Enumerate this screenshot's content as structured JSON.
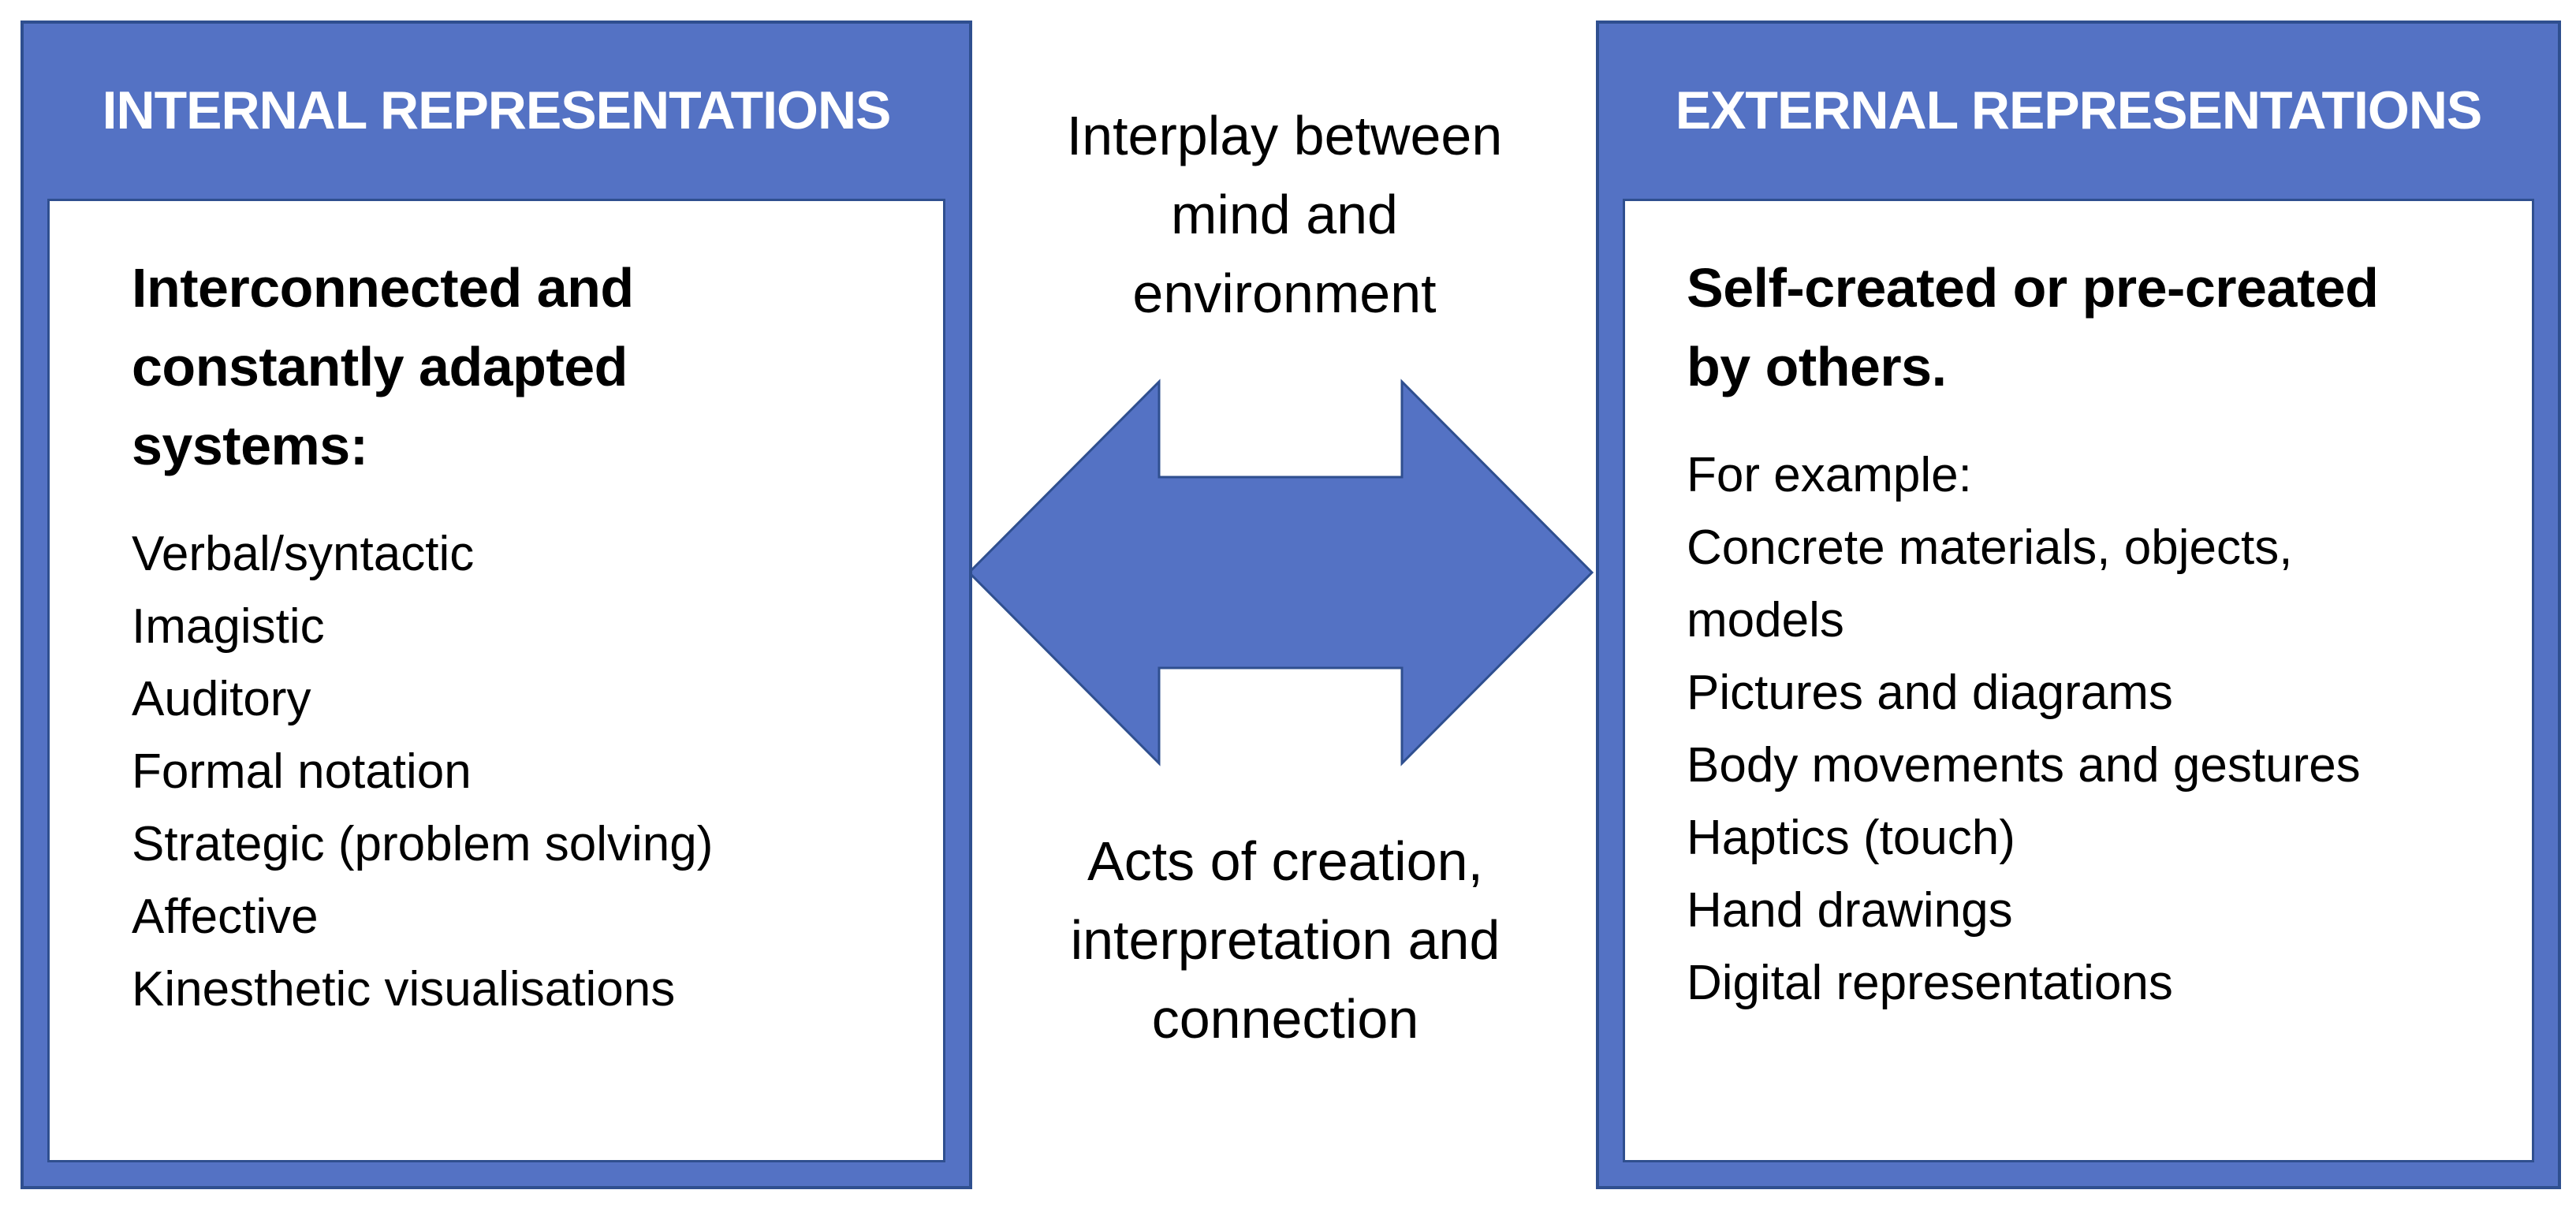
{
  "colors": {
    "accent": "#5472c4",
    "border": "#2f4f8f"
  },
  "left_panel": {
    "title": "INTERNAL REPRESENTATIONS",
    "heading_lines": [
      "Interconnected and",
      "constantly adapted",
      "systems:"
    ],
    "items": [
      "Verbal/syntactic",
      "Imagistic",
      "Auditory",
      "Formal notation",
      "Strategic (problem solving)",
      "Affective",
      "Kinesthetic visualisations"
    ]
  },
  "right_panel": {
    "title": "EXTERNAL REPRESENTATIONS",
    "heading_lines": [
      "Self-created or pre-created",
      "by others."
    ],
    "sub_label": "For example:",
    "items": [
      "Concrete materials, objects,",
      "models",
      "Pictures and diagrams",
      "Body movements and gestures",
      "Haptics (touch)",
      "Hand drawings",
      "Digital representations"
    ]
  },
  "center": {
    "top_text": "Interplay between mind and environment",
    "bottom_text": "Acts of creation, interpretation and connection"
  }
}
